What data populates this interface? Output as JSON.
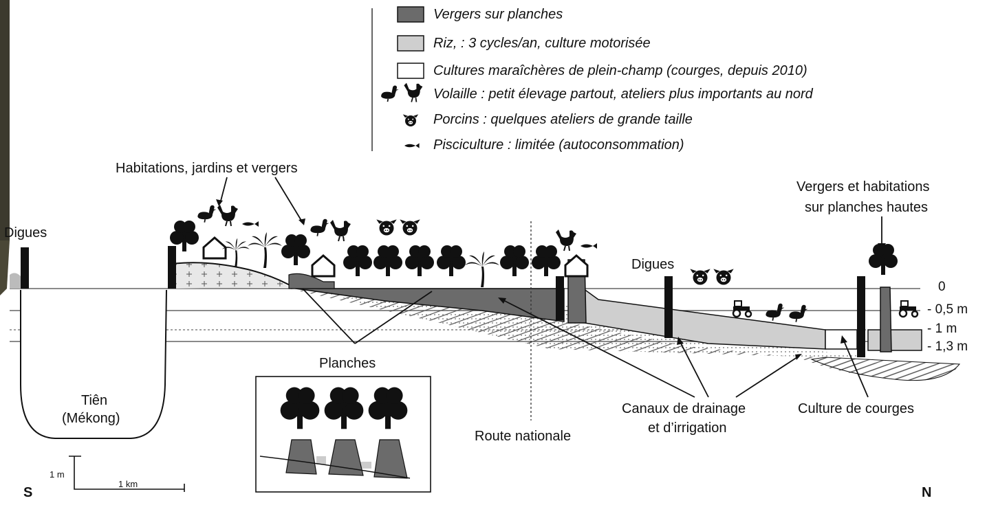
{
  "legend": [
    {
      "icon": "dark-gray-swatch",
      "color": "#6b6b6b",
      "text": "Vergers sur planches"
    },
    {
      "icon": "light-gray-swatch",
      "color": "#cfcfcf",
      "text": "Riz, : 3 cycles/an, culture motorisée"
    },
    {
      "icon": "white-swatch",
      "color": "#ffffff",
      "text": "Cultures maraîchères de plein-champ (courges, depuis 2010)"
    },
    {
      "icon": "duck-chicken-icon",
      "text": "Volaille : petit élevage partout, ateliers plus importants au nord"
    },
    {
      "icon": "pig-icon",
      "text": "Porcins : quelques ateliers de grande taille"
    },
    {
      "icon": "fish-icon",
      "text": "Pisciculture : limitée (autoconsommation)"
    }
  ],
  "labels": {
    "habitations": "Habitations, jardins et vergers",
    "digues_left": "Digues",
    "digues_mid": "Digues",
    "vergers_hautes_1": "Vergers et habitations",
    "vergers_hautes_2": "sur planches hautes",
    "planches": "Planches",
    "tien_1": "Tiên",
    "tien_2": "(Mékong)",
    "route": "Route nationale",
    "canaux_1": "Canaux de drainage",
    "canaux_2": "et d’irrigation",
    "courges": "Culture de courges",
    "south": "S",
    "north": "N"
  },
  "depth_labels": [
    "0",
    "- 0,5 m",
    "- 1 m",
    "- 1,3 m"
  ],
  "scale": {
    "vertical": "1 m",
    "horizontal": "1 km"
  }
}
